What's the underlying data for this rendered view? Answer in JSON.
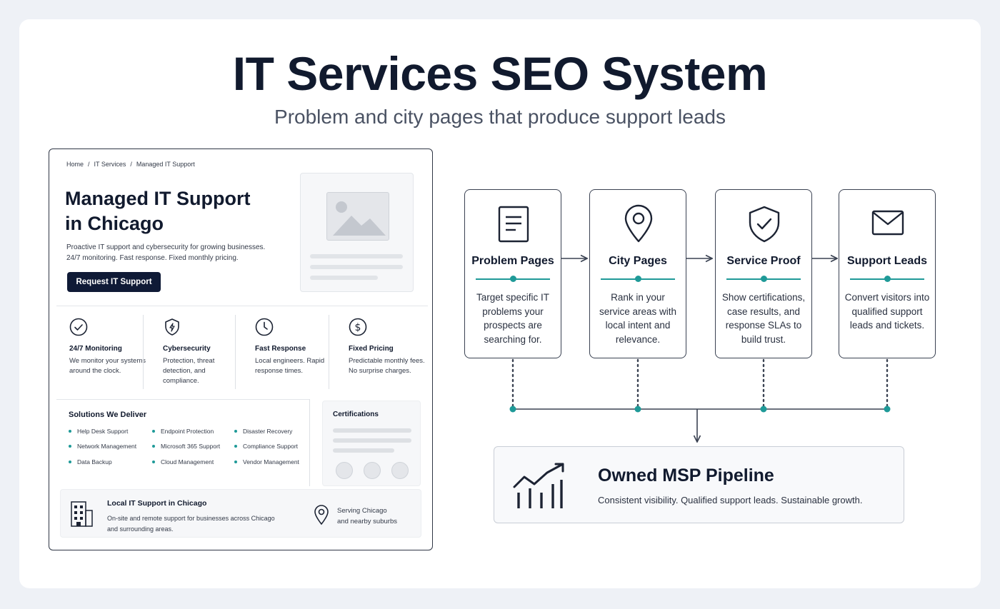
{
  "header": {
    "title": "IT Services SEO System",
    "subtitle": "Problem and city pages that produce support leads"
  },
  "mockup": {
    "breadcrumb": [
      "Home",
      "IT Services",
      "Managed IT Support"
    ],
    "hero_title_line1": "Managed IT Support",
    "hero_title_line2": "in Chicago",
    "hero_desc_line1": "Proactive IT support and cybersecurity for growing businesses.",
    "hero_desc_line2": "24/7 monitoring. Fast response. Fixed monthly pricing.",
    "cta_label": "Request IT Support",
    "features": [
      {
        "name": "24/7 Monitoring",
        "desc": "We monitor your systems around the clock.",
        "icon": "check-circle-icon"
      },
      {
        "name": "Cybersecurity",
        "desc": "Protection, threat detection, and compliance.",
        "icon": "shield-icon"
      },
      {
        "name": "Fast Response",
        "desc": "Local engineers. Rapid response times.",
        "icon": "clock-icon"
      },
      {
        "name": "Fixed Pricing",
        "desc": "Predictable monthly fees. No surprise charges.",
        "icon": "dollar-icon"
      }
    ],
    "solutions_title": "Solutions We Deliver",
    "solutions": [
      "Help Desk Support",
      "Endpoint Protection",
      "Disaster Recovery",
      "Network Management",
      "Microsoft 365 Support",
      "Compliance Support",
      "Data Backup",
      "Cloud Management",
      "Vendor Management"
    ],
    "certifications_title": "Certifications",
    "local_title": "Local IT Support in Chicago",
    "local_desc": "On-site and remote support for businesses across Chicago and surrounding areas.",
    "serving_line1": "Serving Chicago",
    "serving_line2": "and nearby suburbs"
  },
  "flow": {
    "steps": [
      {
        "title": "Problem Pages",
        "desc": "Target specific IT problems your prospects are searching for.",
        "icon": "document-icon"
      },
      {
        "title": "City Pages",
        "desc": "Rank in your service areas with local intent and relevance.",
        "icon": "map-pin-icon"
      },
      {
        "title": "Service Proof",
        "desc": "Show certifications, case results, and response SLAs to build trust.",
        "icon": "shield-check-icon"
      },
      {
        "title": "Support Leads",
        "desc": "Convert visitors into qualified support leads and tickets.",
        "icon": "envelope-icon"
      }
    ],
    "outcome_title": "Owned MSP Pipeline",
    "outcome_desc": "Consistent visibility. Qualified support leads. Sustainable growth."
  },
  "colors": {
    "accent": "#1f9a98",
    "navy": "#0f1a36",
    "border": "#3a4252"
  }
}
